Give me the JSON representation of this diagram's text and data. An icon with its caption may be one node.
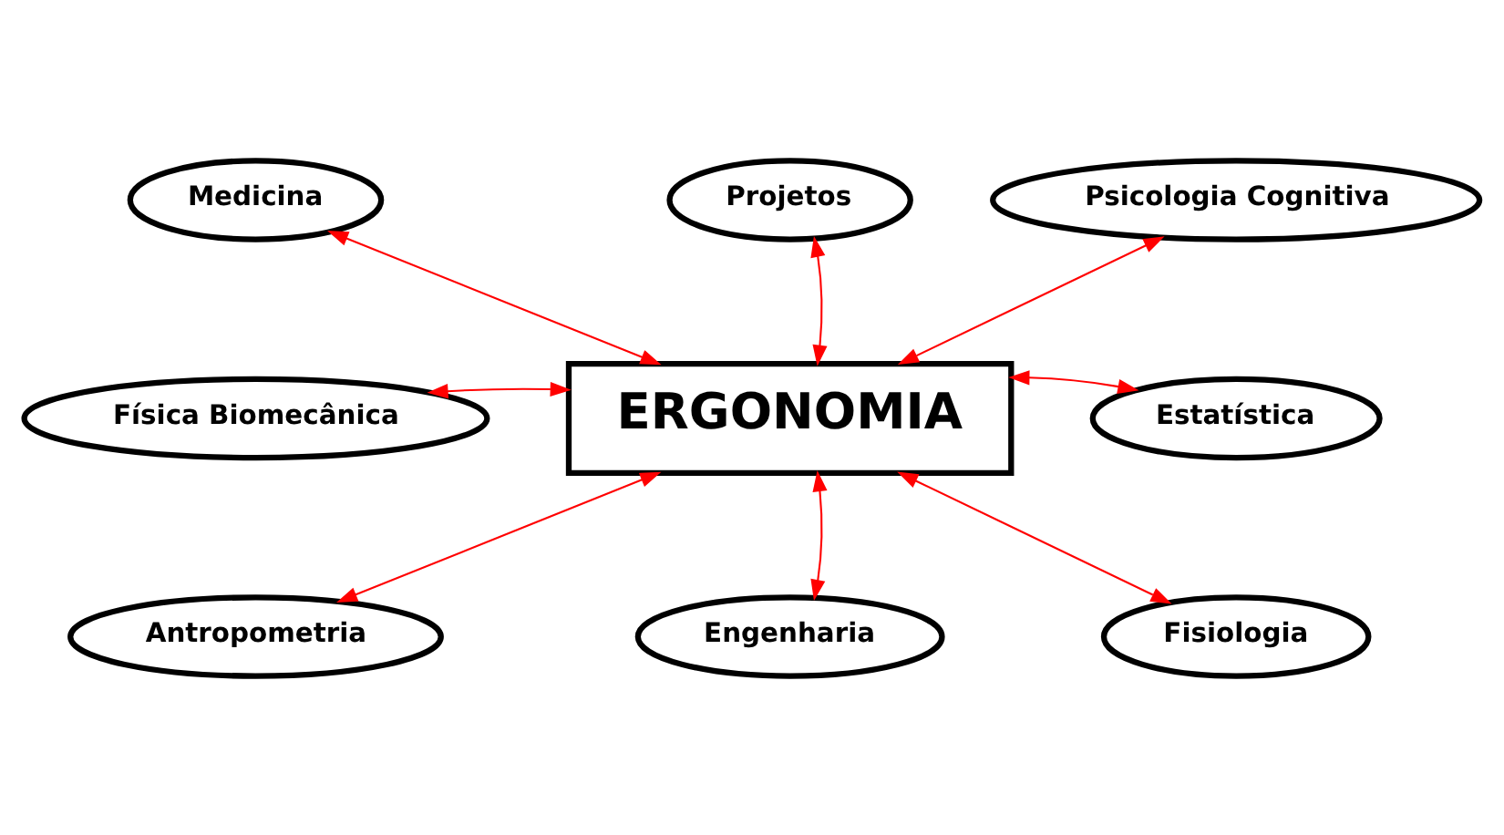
{
  "diagram": {
    "nodes": [
      {
        "text": [
          "Projetos"
        ]
      },
      {
        "text": [
          "Medicina"
        ]
      },
      {
        "text": [
          "Psicologia Cognitiva"
        ]
      },
      {
        "text": [
          "Física Biomecânica"
        ]
      },
      {
        "text": [
          "ERGONOMIA"
        ]
      },
      {
        "text": [
          "Estatística"
        ]
      },
      {
        "text": [
          "Antropometria"
        ]
      },
      {
        "text": [
          "Fisiologia"
        ]
      },
      {
        "text": [
          "Engenharia"
        ]
      }
    ],
    "edges": [
      {
        "from": 4,
        "to": 0,
        "arrow": "both"
      },
      {
        "from": 4,
        "to": 1,
        "arrow": "both"
      },
      {
        "from": 4,
        "to": 2,
        "arrow": "both"
      },
      {
        "from": 4,
        "to": 3,
        "arrow": "both"
      },
      {
        "from": 4,
        "to": 5,
        "arrow": "both"
      },
      {
        "from": 4,
        "to": 6,
        "arrow": "both"
      },
      {
        "from": 4,
        "to": 7,
        "arrow": "both"
      },
      {
        "from": 4,
        "to": 8,
        "arrow": "both"
      }
    ]
  }
}
